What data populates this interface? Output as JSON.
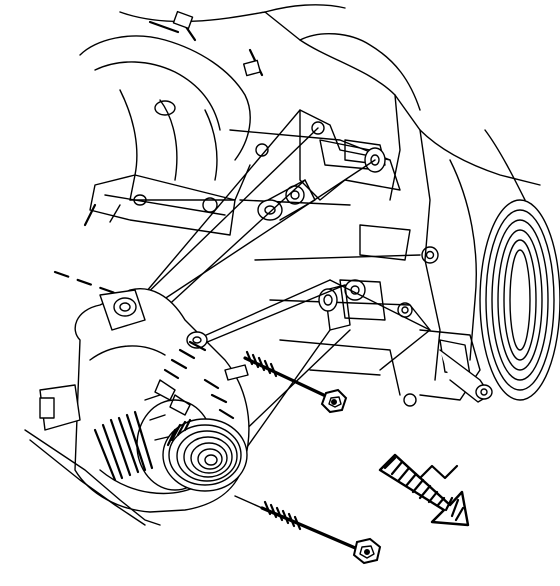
{
  "diagram": {
    "colors": {
      "ink": "#000000",
      "paper": "#ffffff"
    },
    "parts": [
      {
        "id": "exhaust-manifold",
        "icon": "manifold-outline"
      },
      {
        "id": "mounting-bracket",
        "icon": "bracket-outline"
      },
      {
        "id": "generator",
        "icon": "alternator-outline"
      },
      {
        "id": "generator-pulley",
        "icon": "pulley-outline"
      },
      {
        "id": "upper-mounting-bolt",
        "icon": "bolt-icon"
      },
      {
        "id": "lower-mounting-bolt",
        "icon": "bolt-icon"
      },
      {
        "id": "crankshaft-balancer",
        "icon": "balancer-outline"
      },
      {
        "id": "front-of-vehicle-arrow",
        "icon": "hatched-arrow-icon"
      }
    ]
  }
}
